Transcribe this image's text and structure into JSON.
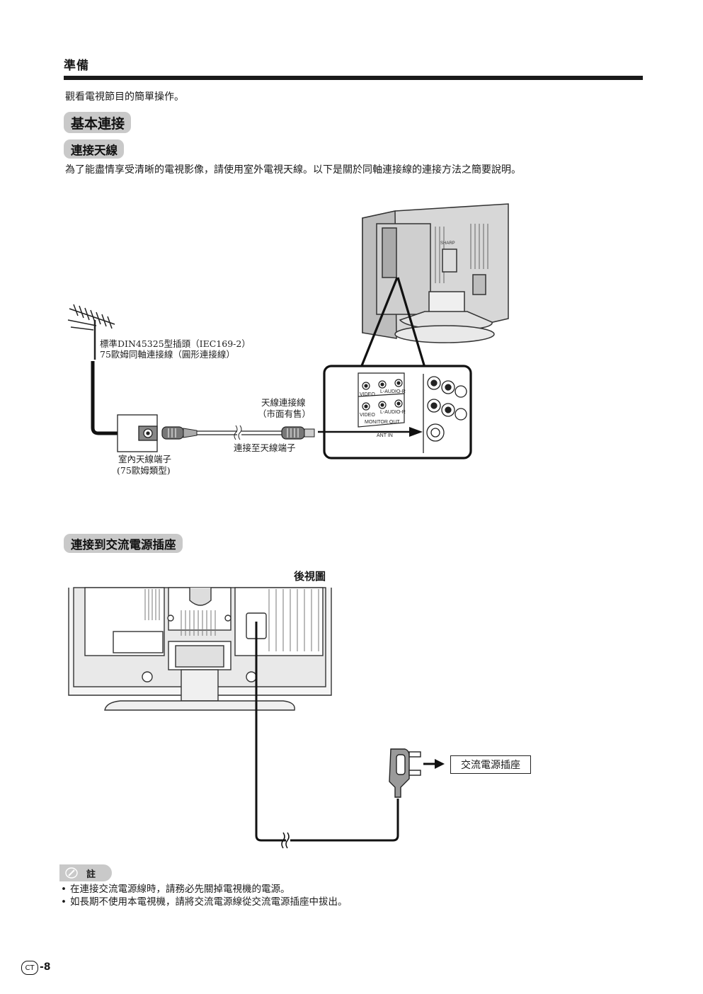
{
  "header": {
    "section_title": "準備",
    "intro": "觀看電視節目的簡單操作。"
  },
  "basic_connection": {
    "title": "基本連接",
    "antenna": {
      "title": "連接天線",
      "description": "為了能盡情享受清晰的電視影像，請使用室外電視天線。以下是關於同軸連接線的連接方法之簡要說明。",
      "diagram": {
        "plug_standard_line1": "標準DIN45325型插頭（IEC169-2）",
        "plug_standard_line2": "75歐姆同軸連接線（圓形連接線）",
        "cable_label_line1": "天線連接線",
        "cable_label_line2": "（市面有售）",
        "connect_to_terminal": "連接至天線端子",
        "indoor_terminal_line1": "室內天線端子",
        "indoor_terminal_line2": "(75歐姆類型)",
        "panel_labels": {
          "video_1": "VIDEO",
          "audio_1": "L-AUDIO-R",
          "video_2": "VIDEO",
          "audio_2": "L-AUDIO-R",
          "monitor_out": "MONITOR OUT",
          "ant_in": "ANT IN",
          "brand": "SHARP"
        }
      }
    }
  },
  "ac_power": {
    "title": "連接到交流電源插座",
    "rear_view_label": "後視圖",
    "outlet_label": "交流電源插座"
  },
  "notes": {
    "heading": "註",
    "items": [
      "在連接交流電源線時，請務必先關掉電視機的電源。",
      "如長期不使用本電視機，請將交流電源線從交流電源插座中拔出。"
    ]
  },
  "footer": {
    "lang_badge": "CT",
    "page_number": "-8"
  }
}
